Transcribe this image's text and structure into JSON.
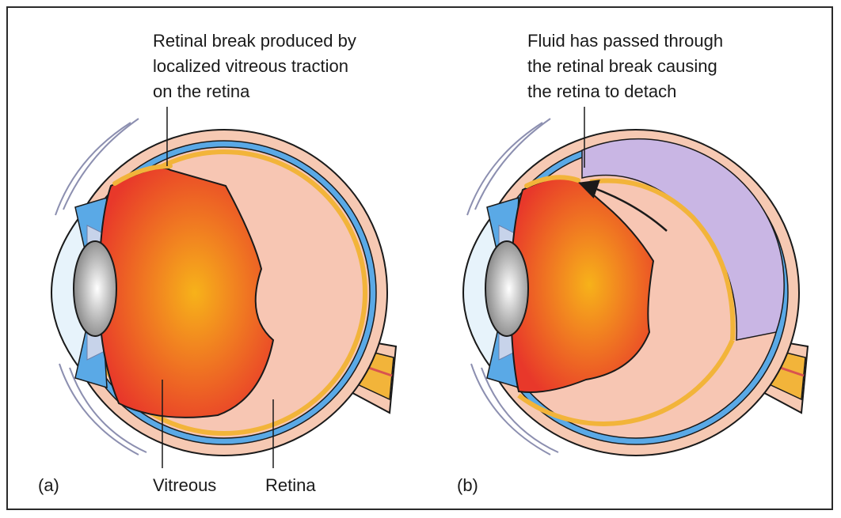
{
  "panel_a": {
    "letter": "(a)",
    "callout": "Retinal break produced by\nlocalized vitreous traction\non the retina",
    "vitreous_label": "Vitreous",
    "retina_label": "Retina"
  },
  "panel_b": {
    "letter": "(b)",
    "callout": "Fluid has passed through\nthe retinal break causing\nthe retina to detach"
  },
  "colors": {
    "sclera": "#f6c9b3",
    "choroid": "#5aa9e6",
    "retina": "#f2b43a",
    "vitreous_center": "#f7b21a",
    "vitreous_edge": "#e8382a",
    "subretinal_fluid": "#c9b6e4",
    "lens": "#b9b9b9",
    "cornea": "#e7f3fb"
  }
}
